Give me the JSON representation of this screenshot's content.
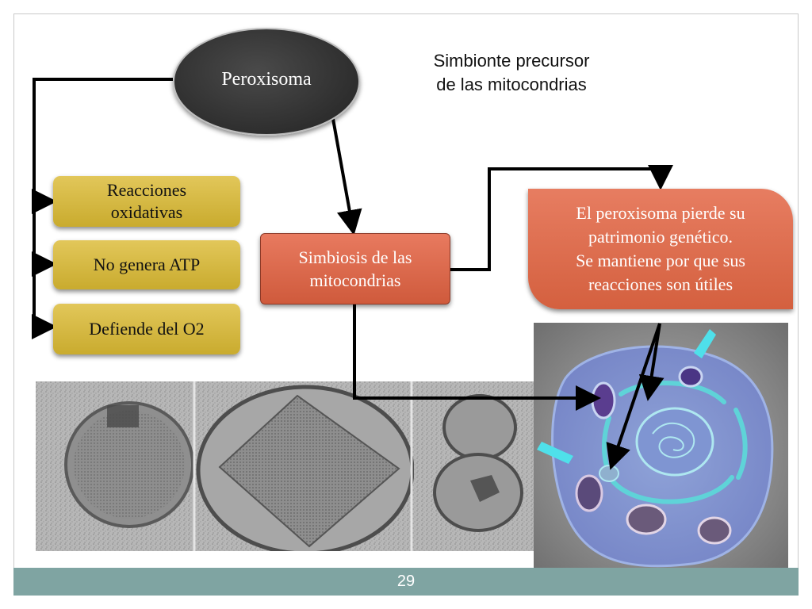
{
  "slide": {
    "page_number": "29",
    "annotation": {
      "line1": "Simbionte precursor",
      "line2": "de las mitocondrias"
    }
  },
  "nodes": {
    "peroxisoma": "Peroxisoma",
    "reacciones": {
      "line1": "Reacciones",
      "line2": "oxidativas"
    },
    "no_atp": "No genera ATP",
    "defiende": "Defiende del O2",
    "simbiosis": {
      "line1": "Simbiosis de las",
      "line2": "mitocondrias"
    },
    "pierde": {
      "line1": "El peroxisoma pierde su",
      "line2": "patrimonio genético.",
      "line3": "Se mantiene por que sus",
      "line4": "reacciones son útiles"
    }
  },
  "colors": {
    "footer": "#7fa4a2",
    "yellow_box": "#d4b842",
    "orange_box": "#d9623f",
    "oval": "#333333",
    "arrow": "#000000"
  }
}
